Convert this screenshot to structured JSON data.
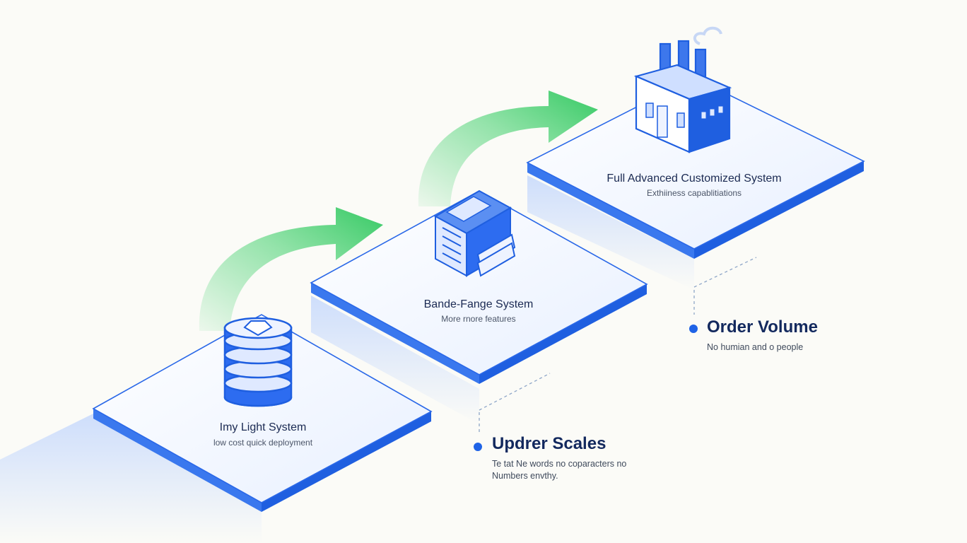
{
  "tiers": [
    {
      "title": "Imy Light System",
      "subtitle": "low cost quick deployment",
      "icon": "database-icon"
    },
    {
      "title": "Bande-Fange System",
      "subtitle": "More rnore features",
      "icon": "server-icon"
    },
    {
      "title": "Full Advanced Customized System",
      "subtitle": "Exthiiness capablitiations",
      "icon": "factory-icon"
    }
  ],
  "notes": [
    {
      "title": "Updrer Scales",
      "body": [
        "Te tat Ne words no coparacters no",
        "Numbers envthy."
      ]
    },
    {
      "title": "Order Volume",
      "body": [
        "No humian and o people"
      ]
    }
  ],
  "arrows": [
    "growth-arrow",
    "growth-arrow"
  ],
  "colors": {
    "accent": "#1f63e6",
    "arrow": "#3ecf6a",
    "platform_top": "#eef4ff",
    "text_dark": "#13295e"
  }
}
